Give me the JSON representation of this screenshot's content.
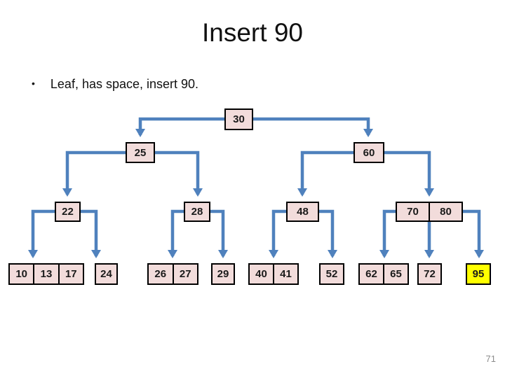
{
  "slide": {
    "title": "Insert 90",
    "bullet_marker": "•",
    "bullet_text": "Leaf, has space, insert 90.",
    "page_number": "71"
  },
  "colors": {
    "node_fill": "#F2DCDB",
    "node_border": "#000000",
    "connector_blue": "#4F81BD",
    "highlight_yellow": "#FFFF00",
    "page_number_gray": "#8C8C8C"
  },
  "tree": {
    "nodes": [
      {
        "id": "root-30",
        "keys": [
          "30"
        ]
      },
      {
        "id": "internal-25",
        "keys": [
          "25"
        ]
      },
      {
        "id": "internal-60",
        "keys": [
          "60"
        ]
      },
      {
        "id": "internal-22",
        "keys": [
          "22"
        ]
      },
      {
        "id": "internal-28",
        "keys": [
          "28"
        ]
      },
      {
        "id": "internal-48",
        "keys": [
          "48"
        ]
      },
      {
        "id": "internal-70-80",
        "keys": [
          "70",
          "80"
        ]
      },
      {
        "id": "leaf-10-13-17",
        "keys": [
          "10",
          "13",
          "17"
        ]
      },
      {
        "id": "leaf-24",
        "keys": [
          "24"
        ]
      },
      {
        "id": "leaf-26-27",
        "keys": [
          "26",
          "27"
        ]
      },
      {
        "id": "leaf-29",
        "keys": [
          "29"
        ]
      },
      {
        "id": "leaf-40-41",
        "keys": [
          "40",
          "41"
        ]
      },
      {
        "id": "leaf-52",
        "keys": [
          "52"
        ]
      },
      {
        "id": "leaf-62-65",
        "keys": [
          "62",
          "65"
        ]
      },
      {
        "id": "leaf-72",
        "keys": [
          "72"
        ]
      },
      {
        "id": "leaf-95",
        "keys": [
          "95"
        ],
        "highlighted": true
      }
    ]
  }
}
